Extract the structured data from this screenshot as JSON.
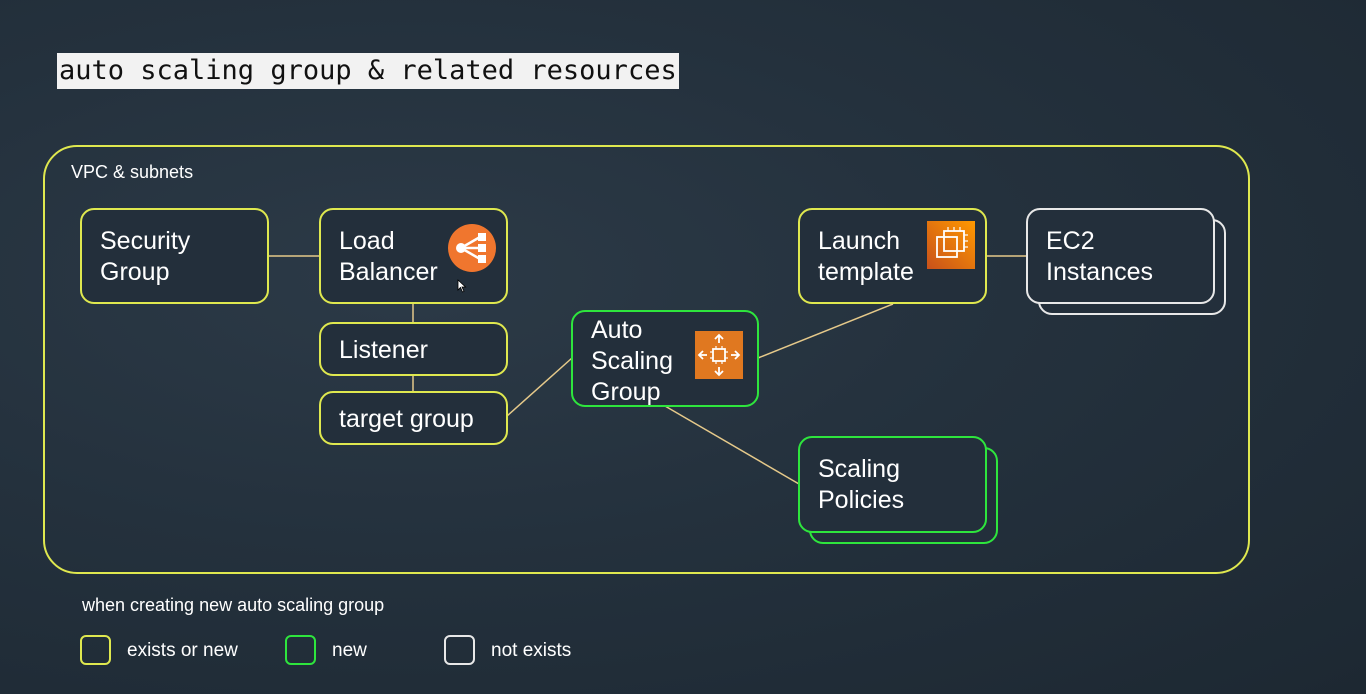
{
  "title": "auto scaling group & related resources",
  "vpc": {
    "label": "VPC & subnets"
  },
  "nodes": {
    "security_group": "Security\nGroup",
    "load_balancer": "Load\nBalancer",
    "listener": "Listener",
    "target_group": "target group",
    "auto_scaling_group": "Auto\nScaling\nGroup",
    "launch_template": "Launch\ntemplate",
    "ec2_instances": "EC2\nInstances",
    "scaling_policies": "Scaling\nPolicies"
  },
  "icons": {
    "load_balancer": "elastic-load-balancing-icon",
    "auto_scaling_group": "auto-scaling-icon",
    "launch_template": "ec2-launch-template-icon"
  },
  "legend": {
    "caption": "when creating new auto scaling group",
    "items": [
      {
        "label": "exists or new",
        "color": "#dfe84f"
      },
      {
        "label": "new",
        "color": "#2ee53d"
      },
      {
        "label": "not exists",
        "color": "#e8e8e8"
      }
    ]
  },
  "colors": {
    "yellow": "#dfe84f",
    "green": "#2ee53d",
    "white": "#e8e8e8",
    "connector": "#e5c98a",
    "lb_icon": "#f0762e",
    "asg_icon": "#e07820"
  }
}
